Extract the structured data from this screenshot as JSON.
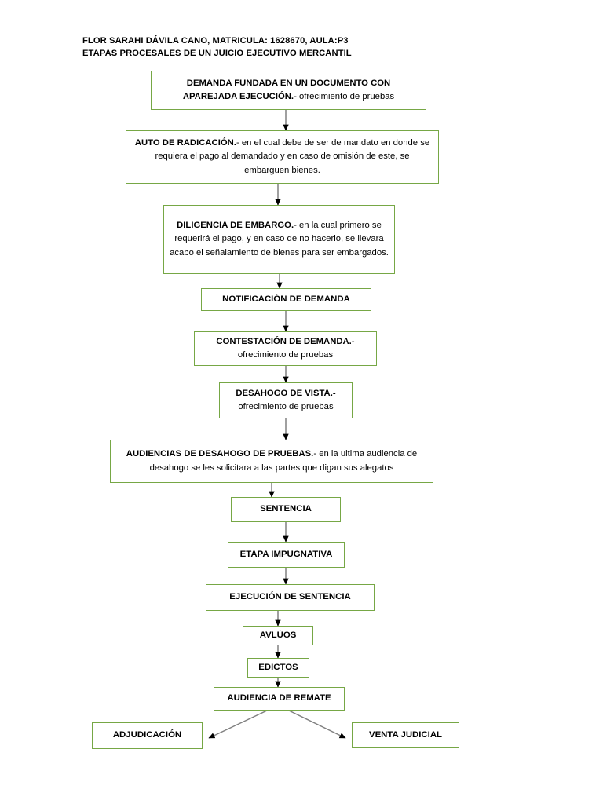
{
  "document": {
    "header_line1": "FLOR SARAHI DÁVILA CANO, MATRICULA: 1628670, AULA:P3",
    "header_line2": "ETAPAS PROCESALES DE UN JUICIO EJECUTIVO MERCANTIL"
  },
  "theme": {
    "box_border": "#76A745",
    "box_fill": "#FFFFFF",
    "arrow_line": "#808080",
    "arrow_head": "#000000",
    "text": "#000000"
  },
  "chart_data": {
    "type": "diagram",
    "title": "ETAPAS PROCESALES DE UN JUICIO EJECUTIVO MERCANTIL",
    "orientation": "top-to-bottom",
    "nodes": [
      {
        "id": "n1",
        "bold": "DEMANDA FUNDADA EN UN DOCUMENTO CON APAREJADA EJECUCIÓN.",
        "regular": "- ofrecimiento de pruebas",
        "line1_bold": "DEMANDA FUNDADA EN UN DOCUMENTO CON",
        "line2_bold": "APAREJADA EJECUCIÓN.",
        "line2_regular": "- ofrecimiento de pruebas"
      },
      {
        "id": "n2",
        "bold": "AUTO DE RADICACIÓN.",
        "regular": "- en el cual debe de ser de mandato en donde se requiera el pago al demandado y en caso de omisión de este, se embarguen bienes."
      },
      {
        "id": "n3",
        "bold": "DILIGENCIA DE EMBARGO.",
        "regular": "- en la cual primero se requerirá el pago, y en caso de no hacerlo, se llevara acabo el señalamiento de bienes para ser embargados."
      },
      {
        "id": "n4",
        "bold": "NOTIFICACIÓN DE DEMANDA",
        "regular": ""
      },
      {
        "id": "n5",
        "bold": "CONTESTACIÓN DE DEMANDA.-",
        "regular": "ofrecimiento de pruebas"
      },
      {
        "id": "n6",
        "bold": "DESAHOGO DE VISTA.-",
        "regular": "ofrecimiento de pruebas"
      },
      {
        "id": "n7",
        "bold": "AUDIENCIAS DE DESAHOGO DE PRUEBAS.",
        "regular": "- en la ultima audiencia de desahogo se les solicitara a las partes que digan sus alegatos"
      },
      {
        "id": "n8",
        "bold": "SENTENCIA",
        "regular": ""
      },
      {
        "id": "n9",
        "bold": "ETAPA IMPUGNATIVA",
        "regular": ""
      },
      {
        "id": "n10",
        "bold": "EJECUCIÓN DE SENTENCIA",
        "regular": ""
      },
      {
        "id": "n11",
        "bold": "AVLÚOS",
        "regular": ""
      },
      {
        "id": "n12",
        "bold": "EDICTOS",
        "regular": ""
      },
      {
        "id": "n13",
        "bold": "AUDIENCIA DE REMATE",
        "regular": ""
      },
      {
        "id": "n14",
        "bold": "ADJUDICACIÓN",
        "regular": ""
      },
      {
        "id": "n15",
        "bold": "VENTA JUDICIAL",
        "regular": ""
      }
    ],
    "edges": [
      {
        "from": "n1",
        "to": "n2"
      },
      {
        "from": "n2",
        "to": "n3"
      },
      {
        "from": "n3",
        "to": "n4"
      },
      {
        "from": "n4",
        "to": "n5"
      },
      {
        "from": "n5",
        "to": "n6"
      },
      {
        "from": "n6",
        "to": "n7"
      },
      {
        "from": "n7",
        "to": "n8"
      },
      {
        "from": "n8",
        "to": "n9"
      },
      {
        "from": "n9",
        "to": "n10"
      },
      {
        "from": "n10",
        "to": "n11"
      },
      {
        "from": "n11",
        "to": "n12"
      },
      {
        "from": "n12",
        "to": "n13"
      },
      {
        "from": "n13",
        "to": "n14"
      },
      {
        "from": "n13",
        "to": "n15"
      }
    ]
  }
}
